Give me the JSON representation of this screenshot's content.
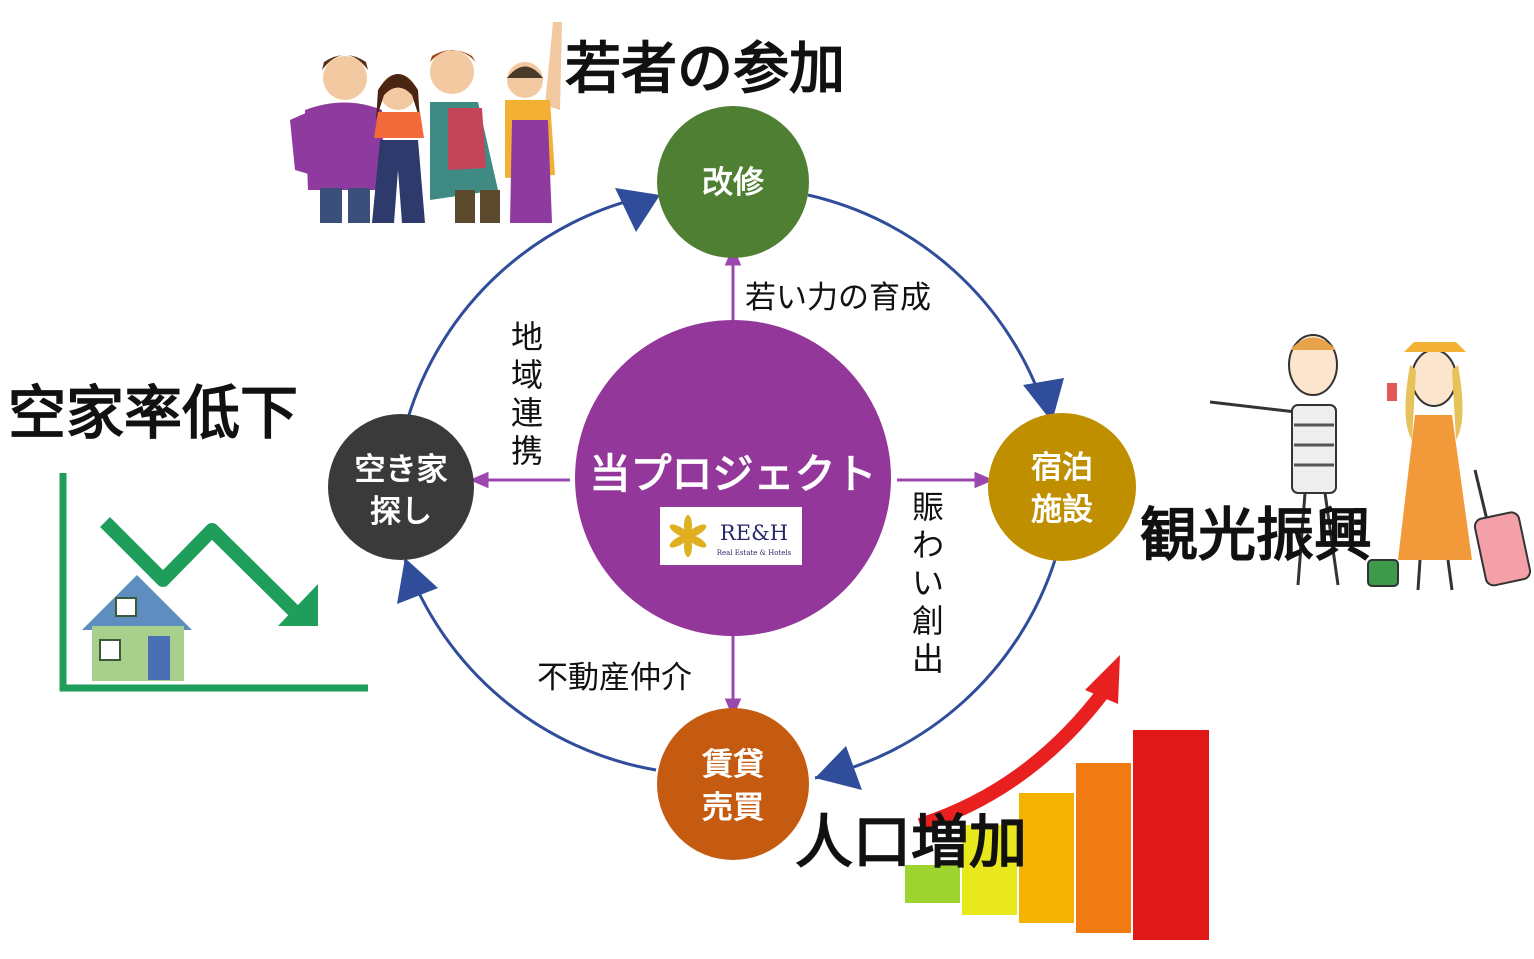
{
  "colors": {
    "cycle_line": "#2f4d9a",
    "center_fill": "#93379b",
    "spoke": "#9b47b0",
    "node_kaishu": "#4f7f32",
    "node_shukuhaku": "#bf8f00",
    "node_chintai": "#c55a11",
    "node_akiya": "#3a3a3a",
    "trend_down": "#1e9e5a",
    "trend_up": "#e82020"
  },
  "center": {
    "title": "当プロジェクト",
    "logo_text": "RE&H",
    "logo_sub": "Real Estate & Hotels",
    "logo_icon": "star-flower-logo-icon"
  },
  "nodes": {
    "kaishu": {
      "label": "改修"
    },
    "shukuhaku": {
      "line1": "宿泊",
      "line2": "施設"
    },
    "chintai": {
      "line1": "賃貸",
      "line2": "売買"
    },
    "akiya": {
      "line1": "空き家",
      "line2": "探し"
    }
  },
  "edges": {
    "up": "若い力の育成",
    "down": "不動産仲介",
    "left": [
      "地",
      "域",
      "連",
      "携"
    ],
    "right": [
      "賑",
      "わ",
      "い",
      "創",
      "出"
    ]
  },
  "outcomes": {
    "youth": "若者の参加",
    "vacancy": "空家率低下",
    "tourism": "観光振興",
    "population": "人口増加"
  },
  "illustrations": {
    "youth": "group-of-young-people-icon",
    "vacancy": "house-with-down-trend-icon",
    "tourism": "tourists-with-luggage-icon",
    "population": "rising-bar-chart-icon"
  }
}
